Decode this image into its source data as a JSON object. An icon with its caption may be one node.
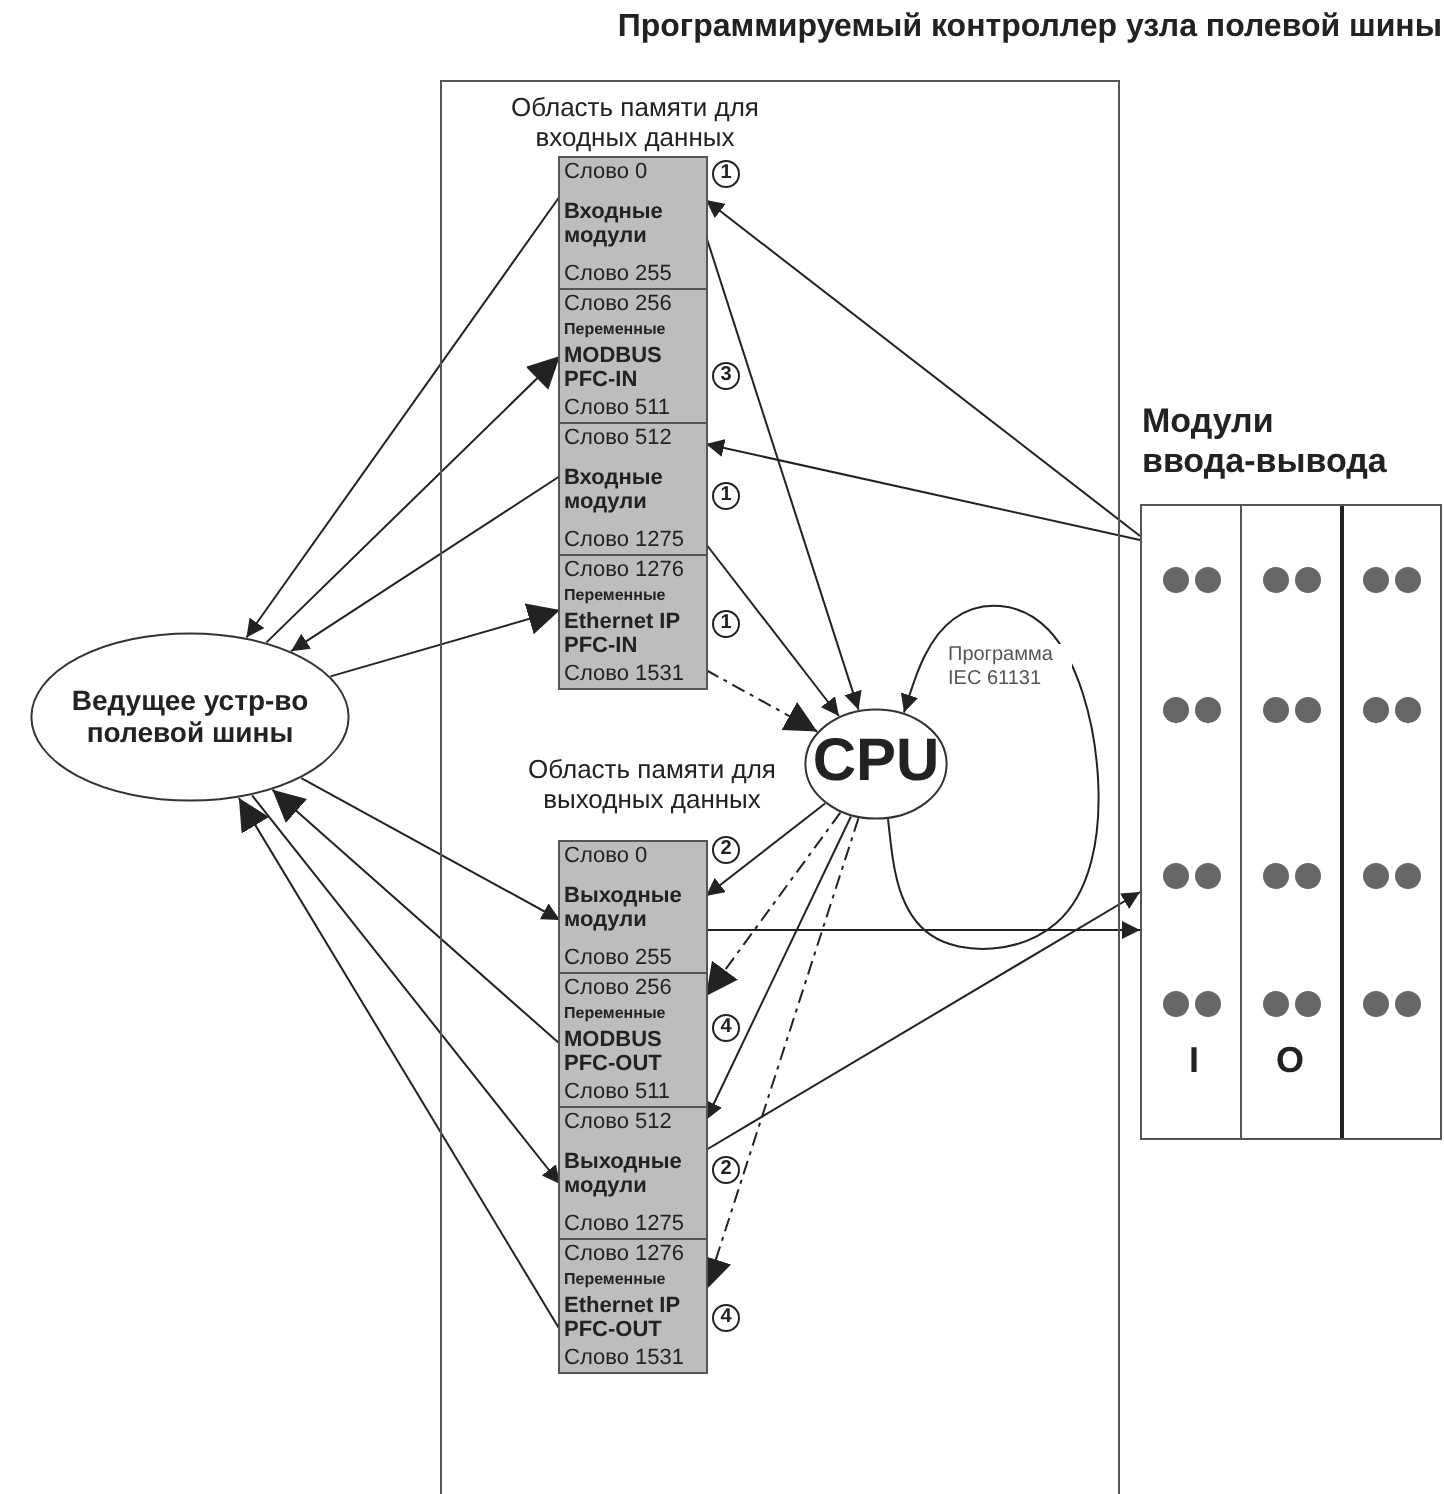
{
  "diagram": {
    "nodes": [
      {
        "text": [
          "Программируемый контроллер узла полевой шины"
        ]
      },
      {
        "text": [
          "Область памяти для входных данных"
        ],
        "in": 0
      },
      {
        "text": [
          "Слово 0",
          "Входные модули",
          "Слово 255"
        ],
        "in": 1,
        "beside": [
          "1"
        ]
      },
      {
        "text": [
          "Слово 256",
          "Переменные",
          "MODBUS PFC-IN",
          "Слово 511"
        ],
        "in": 1,
        "beside": [
          "3"
        ]
      },
      {
        "text": [
          "Слово 512",
          "Входные модули",
          "Слово 1275"
        ],
        "in": 1,
        "beside": [
          "1"
        ]
      },
      {
        "text": [
          "Слово 1276",
          "Переменные",
          "Ethernet IP PFC-IN",
          "Слово 1531"
        ],
        "in": 1,
        "beside": [
          "1"
        ]
      },
      {
        "text": [
          "CPU"
        ],
        "in": 0
      },
      {
        "text": [
          "Область памяти для выходных данных"
        ],
        "in": 0
      },
      {
        "text": [
          "Слово 0",
          "Выходные модули",
          "Слово 255"
        ],
        "in": 7,
        "beside": [
          "2"
        ]
      },
      {
        "text": [
          "Слово 256",
          "Переменные",
          "MODBUS PFC-OUT",
          "Слово 511"
        ],
        "in": 7,
        "beside": [
          "4"
        ]
      },
      {
        "text": [
          "Слово 512",
          "Выходные модули",
          "Слово 1275"
        ],
        "in": 7,
        "beside": [
          "2"
        ]
      },
      {
        "text": [
          "Слово 1276",
          "Переменные",
          "Ethernet IP PFC-OUT",
          "Слово 1531"
        ],
        "in": 7,
        "beside": [
          "4"
        ]
      },
      {
        "text": [
          "Ведущее устр-во полевой шины"
        ]
      },
      {
        "text": [
          "Модули ввода-вывода"
        ]
      }
    ],
    "edges": [
      {
        "from": 2,
        "to": 12,
        "arrow": "to"
      },
      {
        "from": 12,
        "to": 3,
        "arrow": "to"
      },
      {
        "from": 4,
        "to": 12,
        "arrow": "to"
      },
      {
        "from": 12,
        "to": 5,
        "arrow": "to"
      },
      {
        "from": 12,
        "to": 8,
        "arrow": "to"
      },
      {
        "from": 9,
        "to": 12,
        "arrow": "to"
      },
      {
        "from": 12,
        "to": 10,
        "arrow": "to"
      },
      {
        "from": 11,
        "to": 12,
        "arrow": "to"
      },
      {
        "from": 13,
        "to": 2,
        "arrow": "to"
      },
      {
        "from": 13,
        "to": 4,
        "arrow": "to"
      },
      {
        "from": 2,
        "to": 6,
        "arrow": "to"
      },
      {
        "from": 4,
        "to": 6,
        "arrow": "to"
      },
      {
        "from": 5,
        "to": 6,
        "arrow": "to",
        "style": "dashed"
      },
      {
        "from": 6,
        "to": 6,
        "arrow": "to",
        "label": "Программа IEC 61131"
      },
      {
        "from": 6,
        "to": 8,
        "arrow": "to"
      },
      {
        "from": 6,
        "to": 9,
        "arrow": "to",
        "style": "dashed"
      },
      {
        "from": 6,
        "to": 10,
        "arrow": "to"
      },
      {
        "from": 6,
        "to": 11,
        "arrow": "to",
        "style": "dashed"
      },
      {
        "from": 8,
        "to": 13,
        "arrow": "to"
      },
      {
        "from": 10,
        "to": 13,
        "arrow": "to"
      }
    ],
    "labels": [
      "I",
      "O"
    ]
  }
}
